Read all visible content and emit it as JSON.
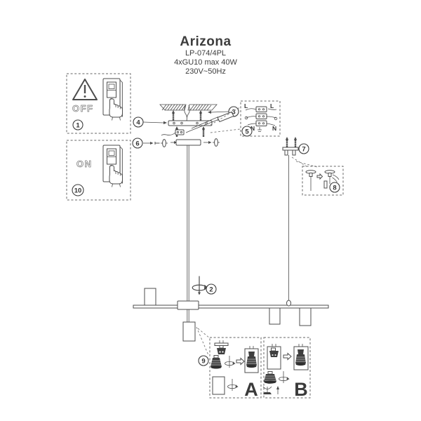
{
  "title": {
    "name": "Arizona",
    "model": "LP-074/4PL",
    "lamp_spec": "4xGU10 max 40W",
    "power_spec": "230V~50Hz"
  },
  "steps": {
    "s1": "1",
    "s2": "2",
    "s3": "3",
    "s4": "4",
    "s5": "5",
    "s6": "6",
    "s7": "7",
    "s8": "8",
    "s9": "9",
    "s10": "10"
  },
  "switch_off_box": {
    "label": "OFF"
  },
  "switch_on_box": {
    "label": "ON"
  },
  "wiring_box": {
    "live_left": "L",
    "live_right": "L",
    "neutral_left": "N",
    "neutral_right": "N"
  },
  "detail_boxes": {
    "variant_a_label": "A",
    "variant_b_label": "B"
  },
  "colors": {
    "line": "#4d4d4d",
    "dark_fill": "#3f3f3f",
    "dashed_border": "#666666",
    "text": "#3d3d3d",
    "background": "#ffffff"
  }
}
